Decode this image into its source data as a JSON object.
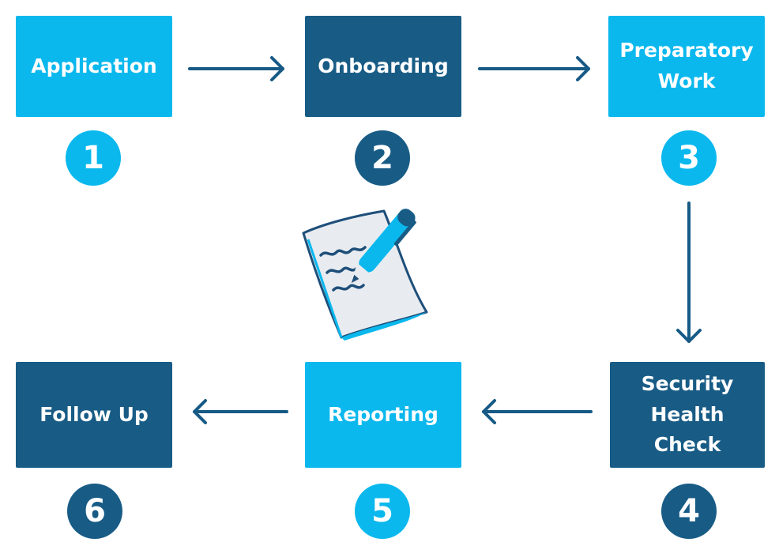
{
  "colors": {
    "light": "#0ab8ee",
    "dark": "#185c86",
    "arrow": "#175a86",
    "paper": "#e8ecf0",
    "paper_edge": "#0ab8ee",
    "ink": "#1e4f7a"
  },
  "steps": [
    {
      "number": "1",
      "label": "Application",
      "tone": "light"
    },
    {
      "number": "2",
      "label": "Onboarding",
      "tone": "dark"
    },
    {
      "number": "3",
      "label": "Preparatory\nWork",
      "tone": "light"
    },
    {
      "number": "4",
      "label": "Security\nHealth\nCheck",
      "tone": "dark"
    },
    {
      "number": "5",
      "label": "Reporting",
      "tone": "light"
    },
    {
      "number": "6",
      "label": "Follow Up",
      "tone": "dark"
    }
  ],
  "illustration": {
    "icon": "notepad-with-pen-icon"
  }
}
